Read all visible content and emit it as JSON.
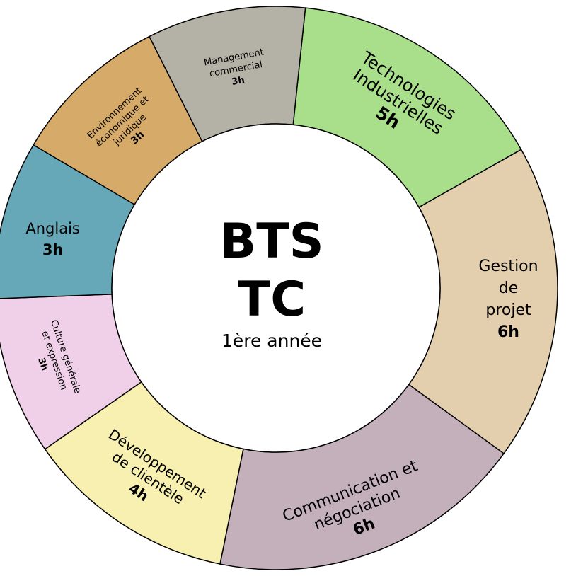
{
  "center": {
    "title_line1": "BTS",
    "title_line2": "TC",
    "subtitle": "1ère année"
  },
  "chart_data": {
    "type": "pie",
    "unit": "h",
    "segments": [
      {
        "lines": [
          "Technologies",
          "Industrielles"
        ],
        "hours_label": "5h",
        "value": 5,
        "color": "#a9df8b"
      },
      {
        "lines": [
          "Gestion",
          "de",
          "projet"
        ],
        "hours_label": "6h",
        "value": 6,
        "color": "#e3cfae"
      },
      {
        "lines": [
          "Communication et",
          "négociation"
        ],
        "hours_label": "6h",
        "value": 6,
        "color": "#c4b0ba"
      },
      {
        "lines": [
          "Développement",
          "de clientèle"
        ],
        "hours_label": "4h",
        "value": 4,
        "color": "#f7f0b0"
      },
      {
        "lines": [
          "Culture générale",
          "et expression"
        ],
        "hours_label": "3h",
        "value": 3,
        "color": "#f0d0e8"
      },
      {
        "lines": [
          "Anglais"
        ],
        "hours_label": "3h",
        "value": 3,
        "color": "#66a7b8"
      },
      {
        "lines": [
          "Environnement",
          "économique et",
          "juridique"
        ],
        "hours_label": "3h",
        "value": 3,
        "color": "#d6aa68"
      },
      {
        "lines": [
          "Management",
          "commercial"
        ],
        "hours_label": "3h",
        "value": 3,
        "color": "#b4b2a6"
      }
    ]
  }
}
